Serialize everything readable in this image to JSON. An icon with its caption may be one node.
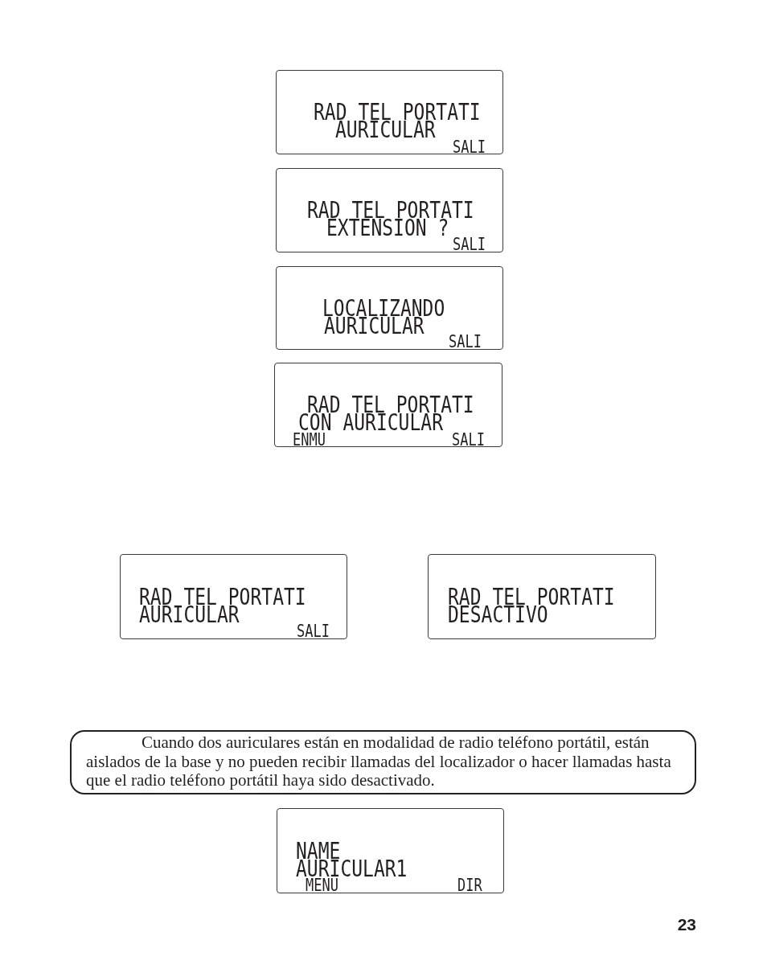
{
  "diagram": {
    "nodes": [
      {
        "text": [
          "RAD TEL PORTATI",
          "AURICULAR",
          "SALI"
        ]
      },
      {
        "text": [
          "RAD TEL PORTATI",
          "EXTENSION ?",
          "SALI"
        ]
      },
      {
        "text": [
          "LOCALIZANDO",
          "AURICULAR",
          "SALI"
        ]
      },
      {
        "text": [
          "RAD TEL PORTATI",
          "CON AURICULAR",
          "ENMU",
          "SALI"
        ]
      },
      {
        "text": [
          "RAD TEL PORTATI",
          "AURICULAR",
          "SALI"
        ]
      },
      {
        "text": [
          "RAD TEL PORTATI",
          "DESACTIVO"
        ]
      },
      {
        "text": [
          "Cuando dos auriculares están en modalidad de radio teléfono portátil, están aislados de la base y no pueden recibir llamadas del localizador o hacer llamadas hasta que el radio teléfono portátil haya sido desactivado."
        ]
      },
      {
        "text": [
          "NAME",
          "AURICULAR1",
          "MENU",
          "DIR"
        ]
      }
    ],
    "labels": [
      "23"
    ]
  }
}
